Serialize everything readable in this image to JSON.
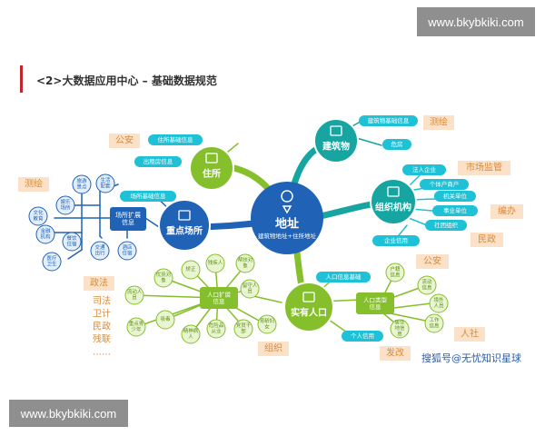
{
  "watermark": "www.bkybkiki.com",
  "page_title": "<2>大数据应用中心 – 基础数据规范",
  "credit": "搜狐号@无忧知识星球",
  "center": {
    "title": "地址",
    "sub": "建筑物地址+住所地址"
  },
  "hubs": [
    {
      "id": "zhusuo",
      "label": "住所"
    },
    {
      "id": "jianzhuwu",
      "label": "建筑物"
    },
    {
      "id": "zuzhi",
      "label": "组织机构"
    },
    {
      "id": "shiyou",
      "label": "实有人口"
    },
    {
      "id": "zhongdian",
      "label": "重点场所"
    }
  ],
  "pills": [
    {
      "id": "p1",
      "text": "住所基础信息"
    },
    {
      "id": "p2",
      "text": "出租房信息"
    },
    {
      "id": "p3",
      "text": "建筑物基础信息"
    },
    {
      "id": "p4",
      "text": "危房"
    },
    {
      "id": "p5",
      "text": "法人企业"
    },
    {
      "id": "p6",
      "text": "个体户商户"
    },
    {
      "id": "p7",
      "text": "机关单位"
    },
    {
      "id": "p8",
      "text": "事业单位"
    },
    {
      "id": "p9",
      "text": "社团组织"
    },
    {
      "id": "p10",
      "text": "企业信用"
    },
    {
      "id": "p11",
      "text": "场所基础信息"
    },
    {
      "id": "p12",
      "text": "人口信息基础"
    },
    {
      "id": "p13",
      "text": "个人信用"
    }
  ],
  "depts": [
    {
      "id": "d1",
      "text": "公安"
    },
    {
      "id": "d2",
      "text": "测绘"
    },
    {
      "id": "d3",
      "text": "测绘"
    },
    {
      "id": "d4",
      "text": "市场监管"
    },
    {
      "id": "d5",
      "text": "编办"
    },
    {
      "id": "d6",
      "text": "民政"
    },
    {
      "id": "d7",
      "text": "政法"
    },
    {
      "id": "d8",
      "text": "公安"
    },
    {
      "id": "d9",
      "text": "人社"
    },
    {
      "id": "d10",
      "text": "组织"
    },
    {
      "id": "d11",
      "text": "发改"
    }
  ],
  "left_list": [
    "司法",
    "卫计",
    "民政",
    "残联",
    "……"
  ],
  "venue": {
    "hub": "场所扩展信息",
    "nodes": [
      {
        "id": "v1",
        "text": "旅游景点"
      },
      {
        "id": "v2",
        "text": "生活配套"
      },
      {
        "id": "v3",
        "text": "娱乐场所"
      },
      {
        "id": "v4",
        "text": "文化教育"
      },
      {
        "id": "v5",
        "text": "金融机构"
      },
      {
        "id": "v6",
        "text": "餐饮住宿"
      },
      {
        "id": "v7",
        "text": "交通出行"
      },
      {
        "id": "v8",
        "text": "医疗卫生"
      },
      {
        "id": "v9",
        "text": "酒店住宿"
      }
    ]
  },
  "pop_ext": {
    "hub": "人口扩展信息",
    "nodes": [
      {
        "id": "e1",
        "text": "优抚对象"
      },
      {
        "id": "e2",
        "text": "矫正"
      },
      {
        "id": "e3",
        "text": "残疾人"
      },
      {
        "id": "e4",
        "text": "帮扶对象"
      },
      {
        "id": "e5",
        "text": "流动人员"
      },
      {
        "id": "e6",
        "text": "留守人员"
      },
      {
        "id": "e7",
        "text": "重点青少年"
      },
      {
        "id": "e8",
        "text": "吸毒"
      },
      {
        "id": "e9",
        "text": "精神病人"
      },
      {
        "id": "e10",
        "text": "危险品从业"
      },
      {
        "id": "e11",
        "text": "党员干部"
      },
      {
        "id": "e12",
        "text": "育龄妇女"
      }
    ]
  },
  "pop_type": {
    "hub": "人口类型信息",
    "nodes": [
      {
        "id": "t1",
        "text": "户籍信息"
      },
      {
        "id": "t2",
        "text": "流动信息"
      },
      {
        "id": "t3",
        "text": "境外人员"
      },
      {
        "id": "t4",
        "text": "居住地信息"
      },
      {
        "id": "t5",
        "text": "工作信息"
      }
    ]
  },
  "colors": {
    "blue": "#1f62b6",
    "teal": "#16a5a0",
    "green": "#85bf2b",
    "cyan_line": "#1ec1d6",
    "pill_fill": "#1ec1d6",
    "dept_fill": "#fbe1c8",
    "dept_text": "#d98b3a",
    "title_bar": "#c0272d",
    "light_green": "#e8f5d0",
    "light_blue": "#e3eefa",
    "watermark_bg": "#8f8f8f"
  }
}
